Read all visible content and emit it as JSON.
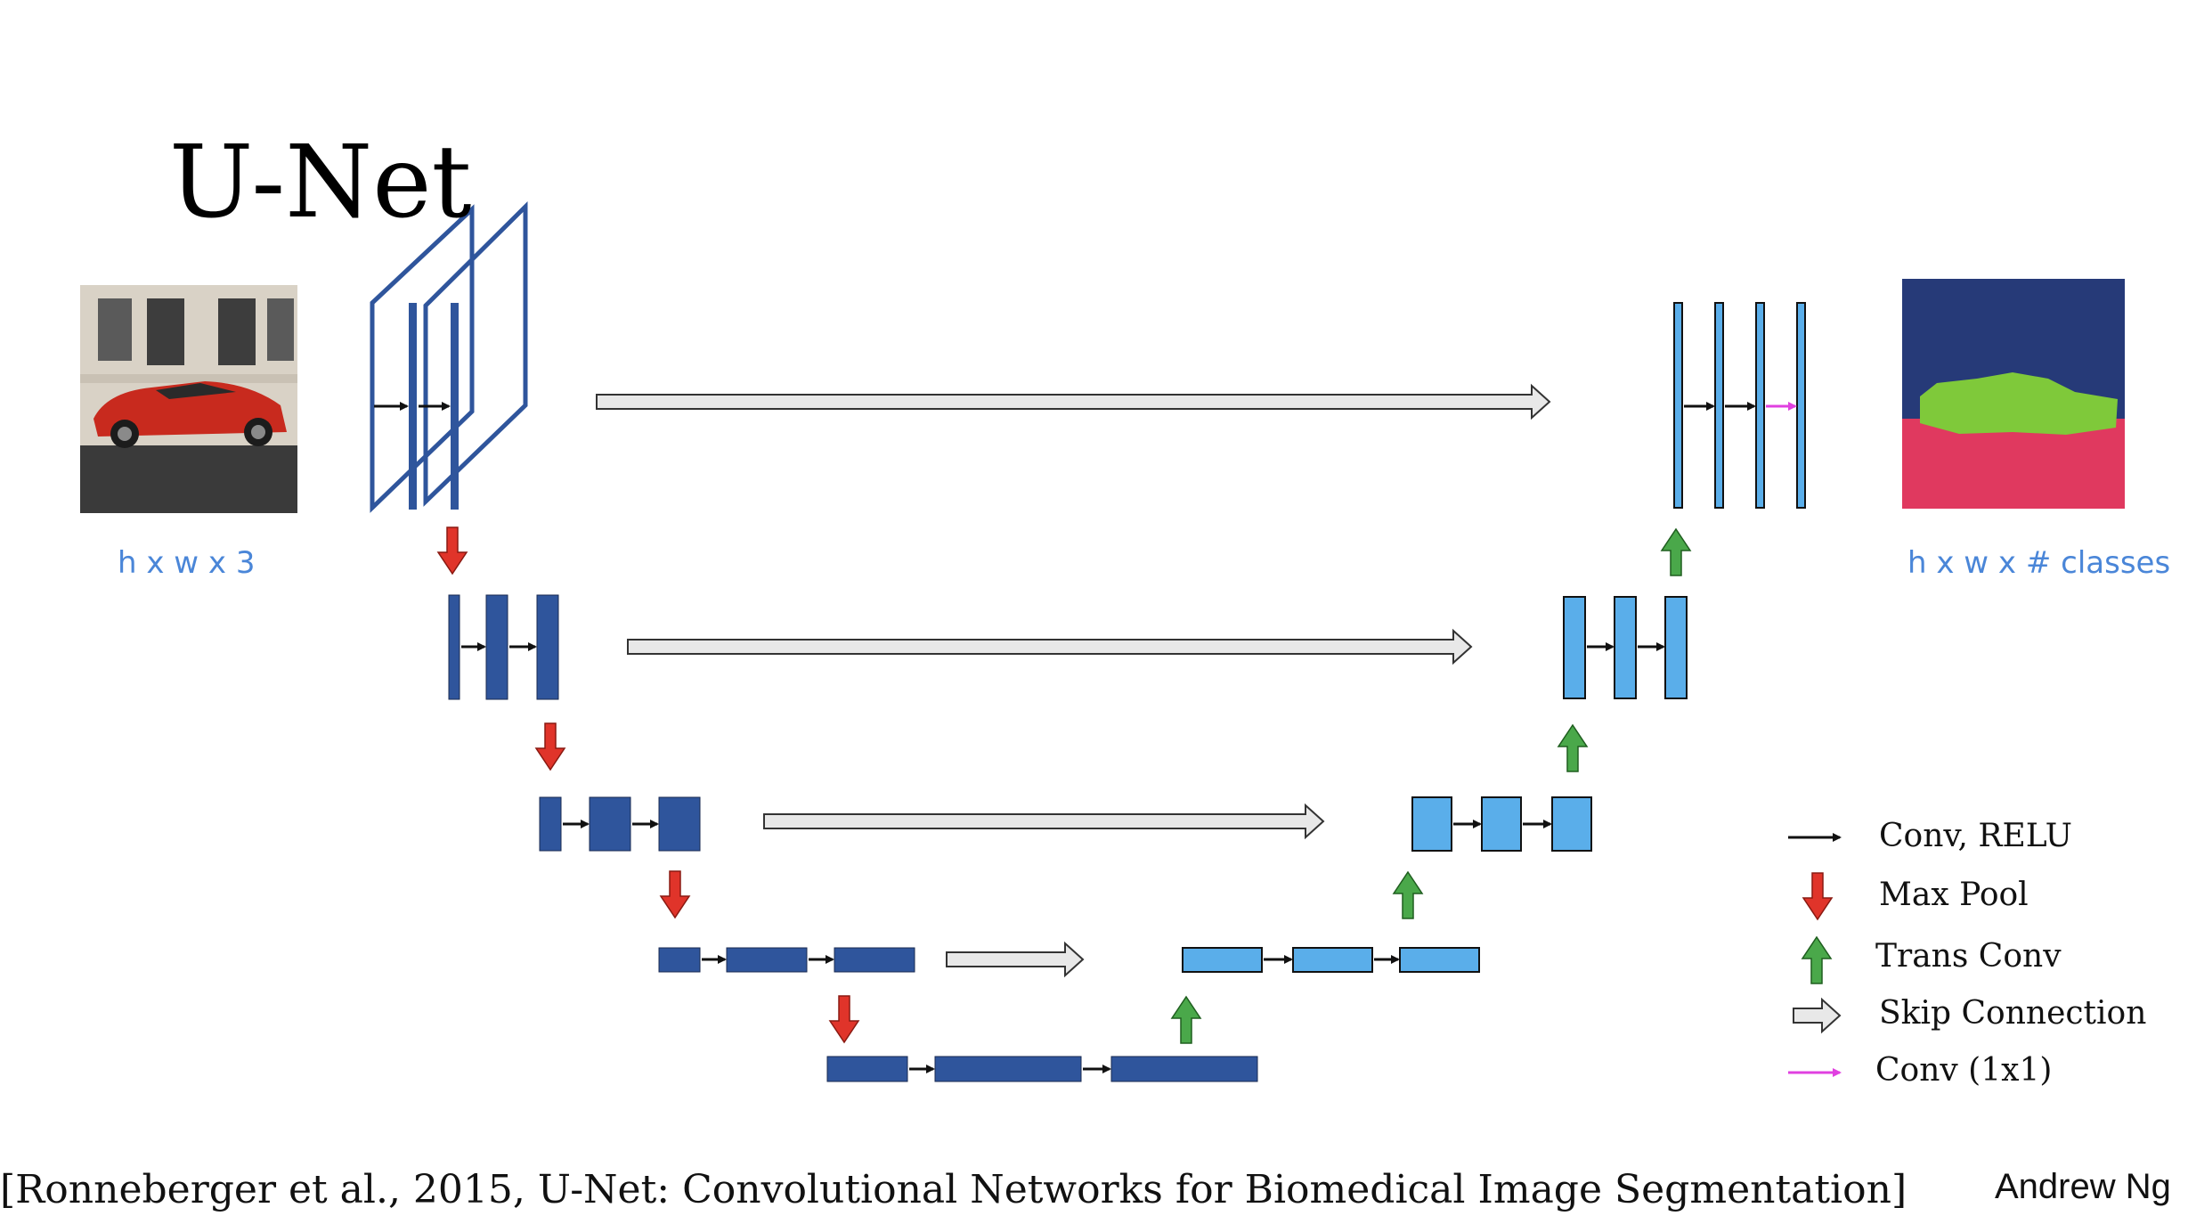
{
  "title": "U-Net",
  "input_label": "h x w x 3",
  "output_label": "h x w x # classes",
  "legend": [
    {
      "icon": "black-arrow-icon",
      "label": "Conv, RELU"
    },
    {
      "icon": "red-down-arrow-icon",
      "label": "Max Pool"
    },
    {
      "icon": "green-up-arrow-icon",
      "label": "Trans Conv"
    },
    {
      "icon": "hollow-arrow-icon",
      "label": "Skip Connection"
    },
    {
      "icon": "magenta-arrow-icon",
      "label": "Conv (1x1)"
    }
  ],
  "citation": "[Ronneberger et al., 2015, U-Net: Convolutional Networks for Biomedical Image Segmentation]",
  "author": "Andrew Ng",
  "colors": {
    "encoder": "#2f559c",
    "decoder": "#5aaeea",
    "max_pool": "#e0342a",
    "trans_conv": "#4aa84a",
    "skip": "#e8e8e8",
    "conv_1x1": "#e040e0",
    "mask_background": "#263a78",
    "mask_car": "#7fc93a",
    "mask_road": "#e0395f"
  }
}
